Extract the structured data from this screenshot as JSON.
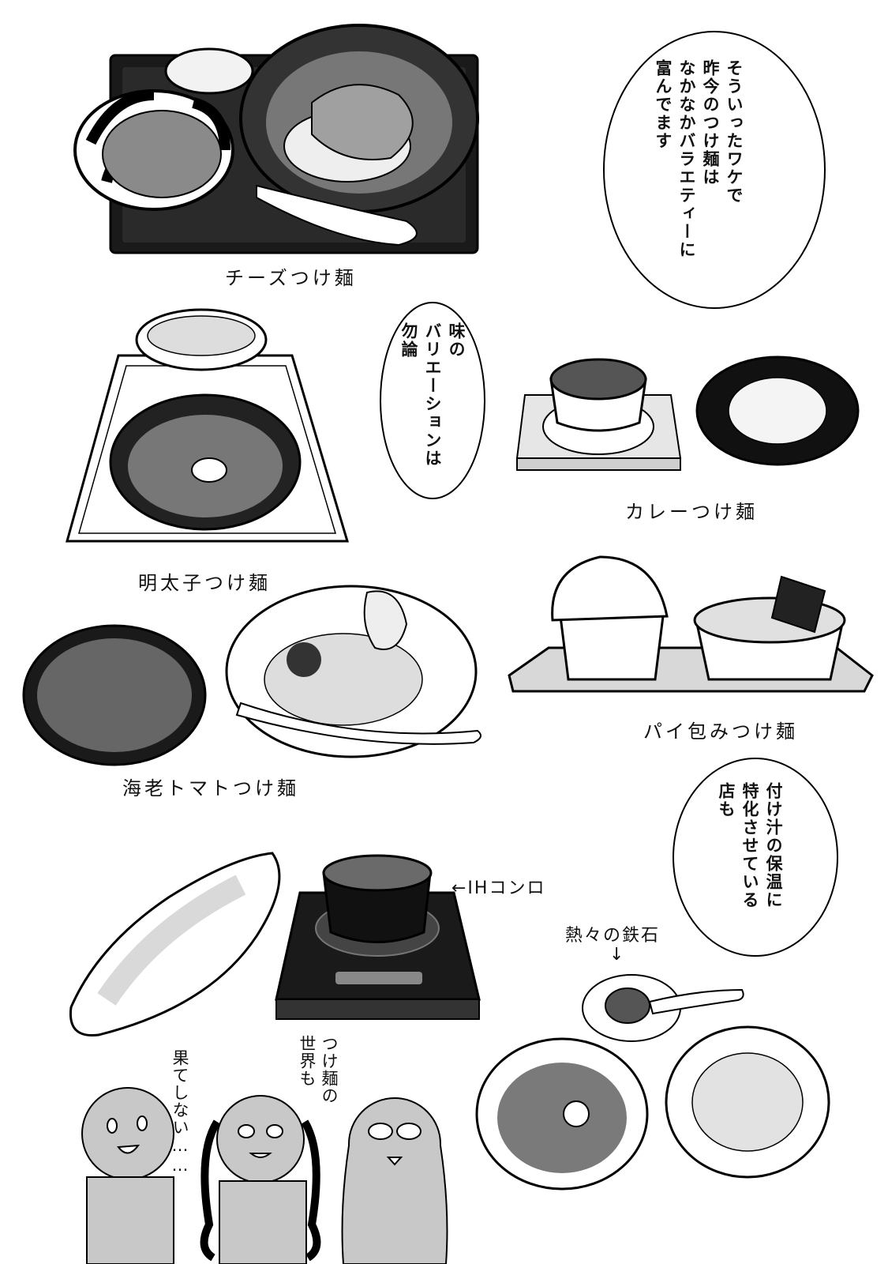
{
  "captions": {
    "cheese": "チーズつけ麺",
    "curry": "カレーつけ麺",
    "mentaiko": "明太子つけ麺",
    "pie": "パイ包みつけ麺",
    "ebi_tomato": "海老トマトつけ麺"
  },
  "bubbles": {
    "variety": [
      "そういったワケで",
      "昨今のつけ麺は",
      "なかなかバラエティーに",
      "富んでます"
    ],
    "taste": [
      "味の",
      "バリエーションは",
      "勿論"
    ],
    "heat": [
      "付け汁の保温に",
      "特化させている",
      "店も"
    ]
  },
  "labels": {
    "ih_stove": "←IHコンロ",
    "hot_stone": "熱々の鉄石",
    "hot_stone_arrow": "↓"
  },
  "speech": {
    "left": "果てしない……",
    "right": [
      "つけ麺の",
      "世界も"
    ]
  }
}
